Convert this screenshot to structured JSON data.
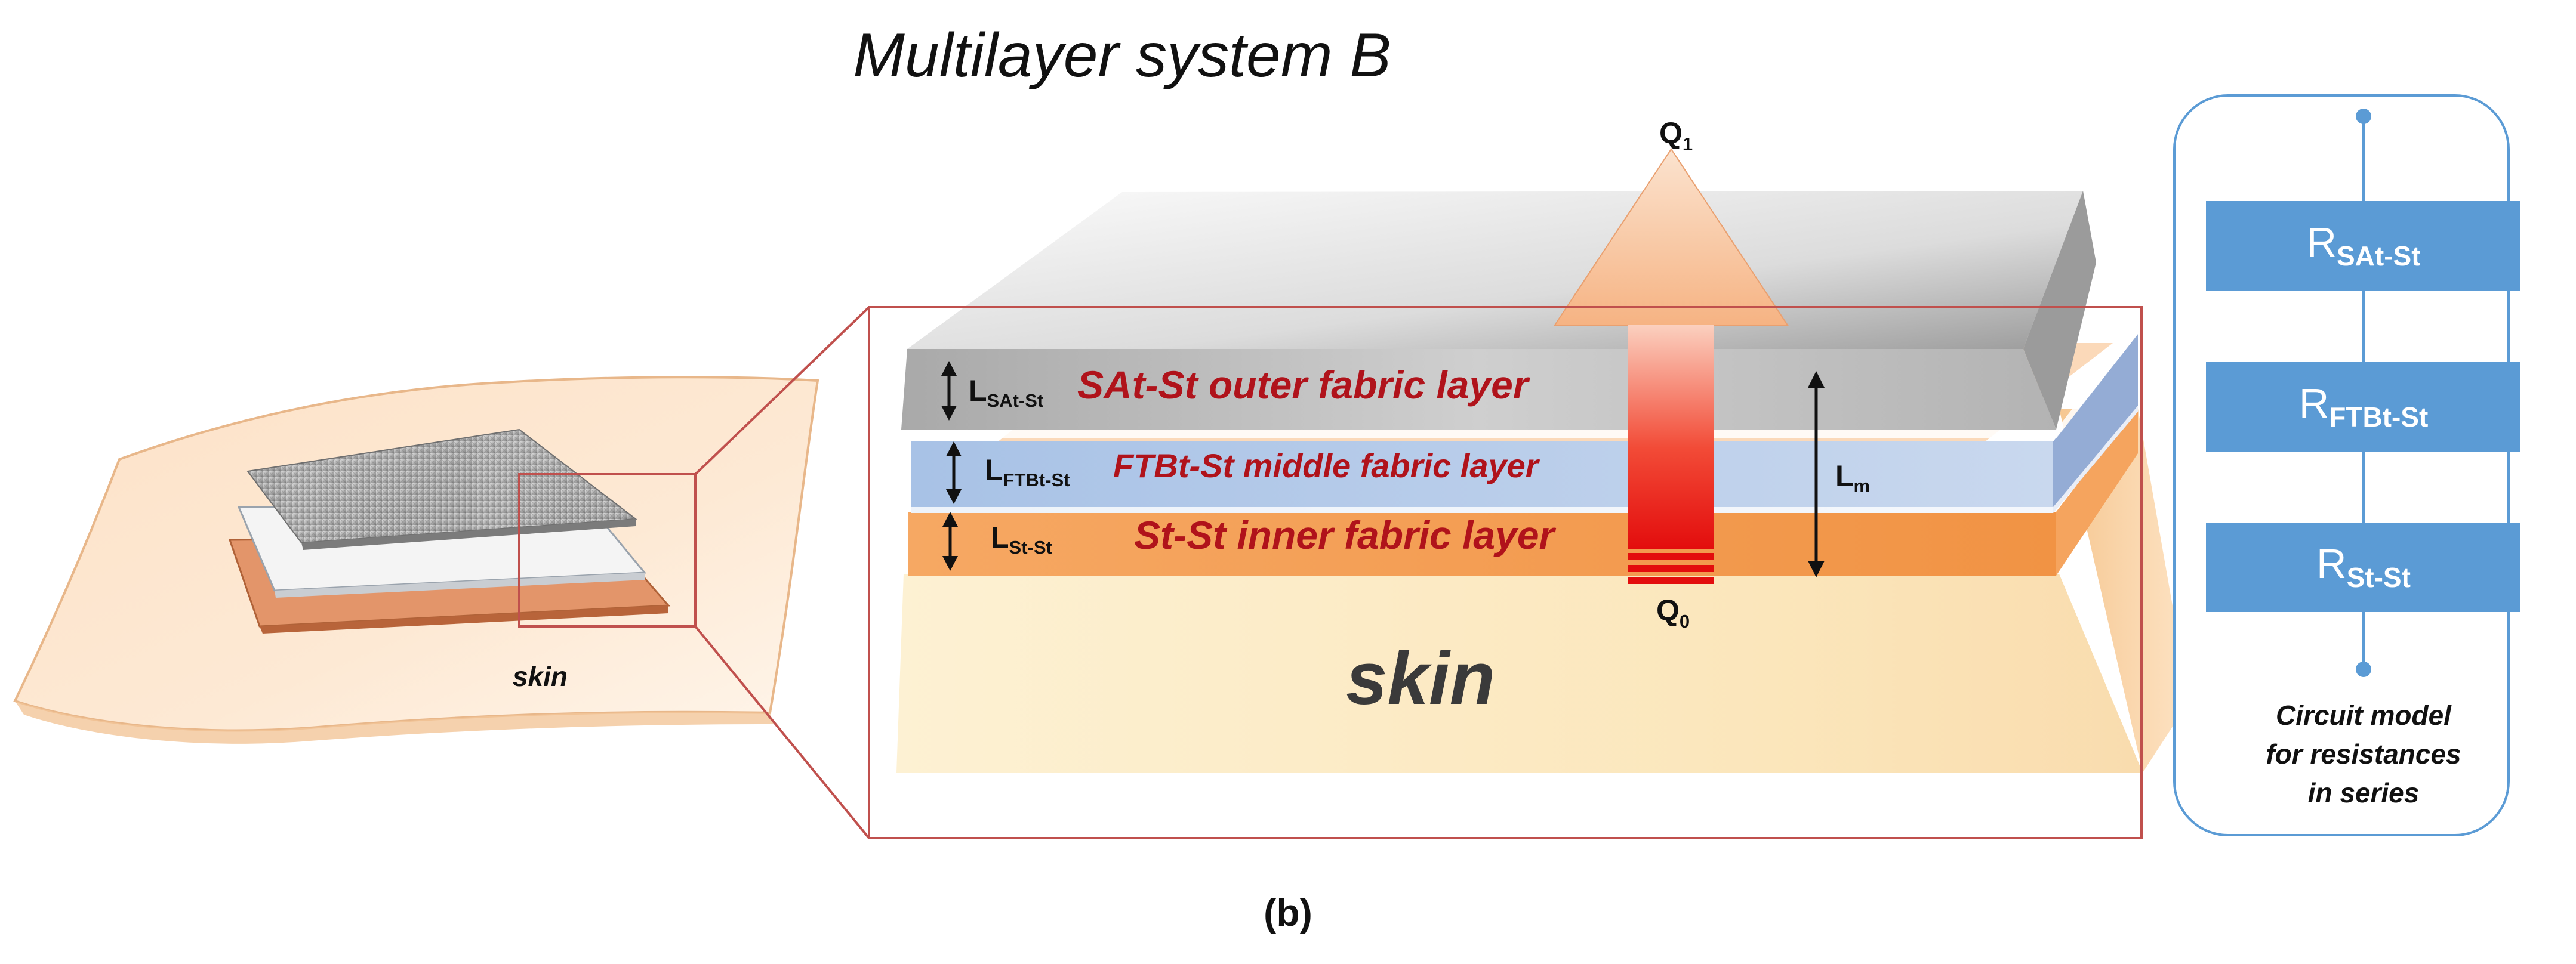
{
  "title": "Multilayer system B",
  "caption": "(b)",
  "skin_small_label": "skin",
  "skin_big_label": "skin",
  "layers": [
    {
      "thickness_main": "L",
      "thickness_sub": "SAt-St",
      "name": "SAt-St outer fabric layer",
      "name_color": "#b0131b"
    },
    {
      "thickness_main": "L",
      "thickness_sub": "FTBt-St",
      "name": "FTBt-St middle fabric layer",
      "name_color": "#b0131b"
    },
    {
      "thickness_main": "L",
      "thickness_sub": "St-St",
      "name": "St-St inner fabric layer",
      "name_color": "#b0131b"
    }
  ],
  "total_thickness": {
    "main": "L",
    "sub": "m"
  },
  "heat_flow": {
    "out": {
      "main": "Q",
      "sub": "1"
    },
    "in": {
      "main": "Q",
      "sub": "0"
    }
  },
  "circuit": {
    "resistors": [
      {
        "main": "R",
        "sub": "SAt-St"
      },
      {
        "main": "R",
        "sub": "FTBt-St"
      },
      {
        "main": "R",
        "sub": "St-St"
      }
    ],
    "caption_lines": [
      "Circuit model",
      "for resistances",
      "in series"
    ],
    "box_color": "#5b9bd5"
  },
  "colors": {
    "zoom_frame": "#c0504d",
    "outer_layer": "#b4b4b4",
    "middle_layer": "#b8cde8",
    "inner_layer": "#f5a05a",
    "skin": "#fce9bf"
  }
}
